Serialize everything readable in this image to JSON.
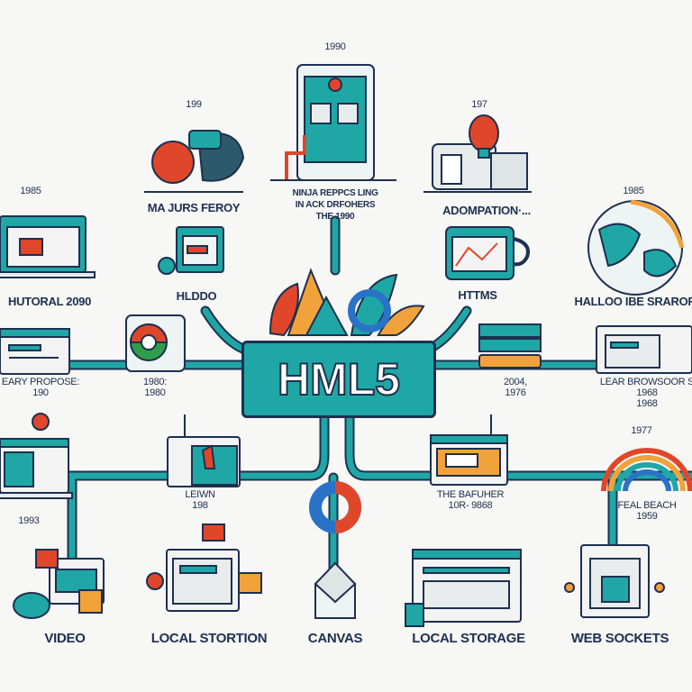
{
  "center": {
    "title": "HML5"
  },
  "colors": {
    "teal": "#1fa7a6",
    "navy": "#1d3050",
    "red": "#e0472a",
    "orange": "#f2a23a",
    "background": "#f7f7f5"
  },
  "top": {
    "center_year": "1990",
    "center_label": [
      "NINJA REPPCS LING",
      "IN ACK DRFOHERS",
      "THE 1990"
    ],
    "left_year": "199",
    "left_label": "MA JURS FEROY",
    "right_year": "197",
    "right_label": "ADOMPATION·..."
  },
  "row2": {
    "far_left_year": "1985",
    "far_right_year": "1985",
    "items": [
      {
        "label": "HUTORAL 2090",
        "icon": "laptop-icon"
      },
      {
        "label": "HLDDO",
        "icon": "window-icon"
      },
      {
        "label": "HTTMS",
        "icon": "mug-chart-icon"
      },
      {
        "label": "HALLOO IBE SRAROR",
        "icon": "globe-icon"
      }
    ]
  },
  "row3": {
    "items": [
      {
        "label": "EARY PROPOSE:",
        "year": "190"
      },
      {
        "label": "1980:",
        "year": "1980"
      },
      {
        "label": "2004,",
        "year": "1976"
      },
      {
        "label": "LEAR BROWSOOR S",
        "year": "1968",
        "year2": "1968"
      }
    ]
  },
  "row4": {
    "rainbow_year": "1977",
    "items": [
      {
        "label": "1993"
      },
      {
        "label": "LEIWN",
        "year": "198"
      },
      {
        "label": "THE BAFUHER",
        "year": "10R- 9868"
      },
      {
        "label": "FEAL BEACH",
        "year": "1959"
      }
    ]
  },
  "bottom": {
    "items": [
      {
        "label": "VIDEO",
        "icon": "video-icon"
      },
      {
        "label": "LOCAL STORTION",
        "icon": "local-storage-icon"
      },
      {
        "label": "CANVAS",
        "icon": "canvas-icon"
      },
      {
        "label": "LOCAL STORAGE",
        "icon": "browser-window-icon"
      },
      {
        "label": "WEB SOCKETS",
        "icon": "web-sockets-icon"
      }
    ]
  }
}
